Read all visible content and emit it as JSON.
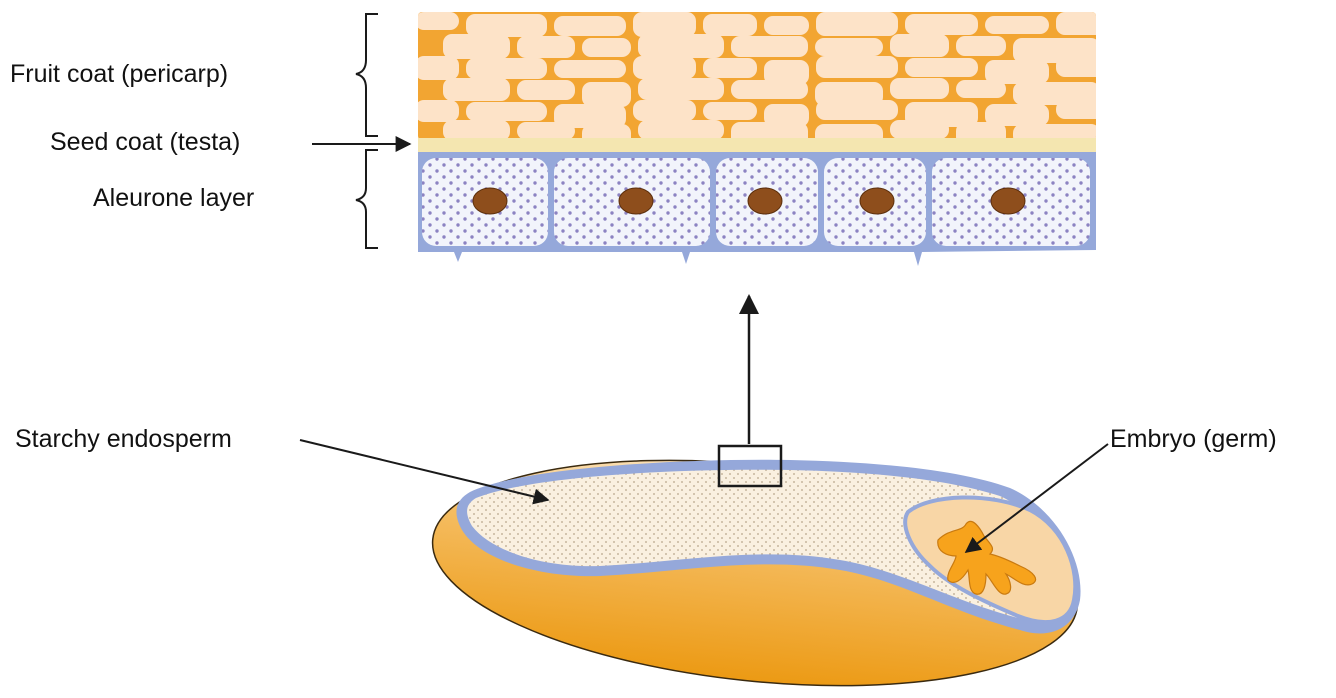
{
  "labels": {
    "fruit_coat": "Fruit coat (pericarp)",
    "seed_coat": "Seed coat (testa)",
    "aleurone": "Aleurone layer",
    "starchy_endosperm": "Starchy endosperm",
    "embryo": "Embryo (germ)"
  },
  "colors": {
    "pericarp": "#f2a532",
    "pericarp_cell": "#fde3c8",
    "testa": "#f4e6b0",
    "aleurone_wall": "#95a8da",
    "aleurone_cell": "#f2f4fb",
    "aleurone_dot": "#8c83c2",
    "nucleus": "#8e4e1c",
    "endosperm": "#faf0e0",
    "embryo_region": "#f8d6a6",
    "embryo": "#f7a31c",
    "grain": "#efa020"
  },
  "icons": {
    "arrow": "arrow-icon",
    "brace": "brace-icon",
    "zoom_box": "zoom-box-icon"
  }
}
